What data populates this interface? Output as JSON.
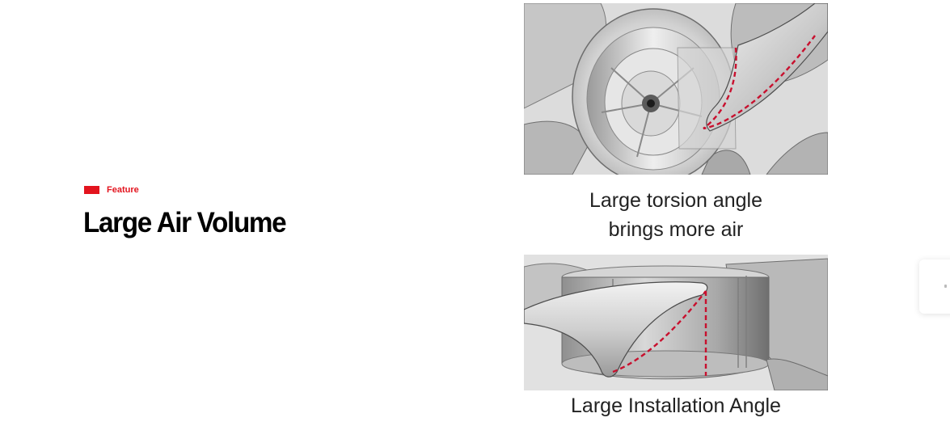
{
  "feature": {
    "label": "Feature",
    "title": "Large Air Volume"
  },
  "images": [
    {
      "caption_line1": "Large torsion angle",
      "caption_line2": "brings more air"
    },
    {
      "caption": "Large Installation Angle"
    }
  ],
  "colors": {
    "accent": "#e3141e",
    "title": "#000000",
    "caption": "#222222",
    "dashed_line": "#c8102e"
  },
  "icons": {
    "side_tab": "side-tab-icon"
  }
}
